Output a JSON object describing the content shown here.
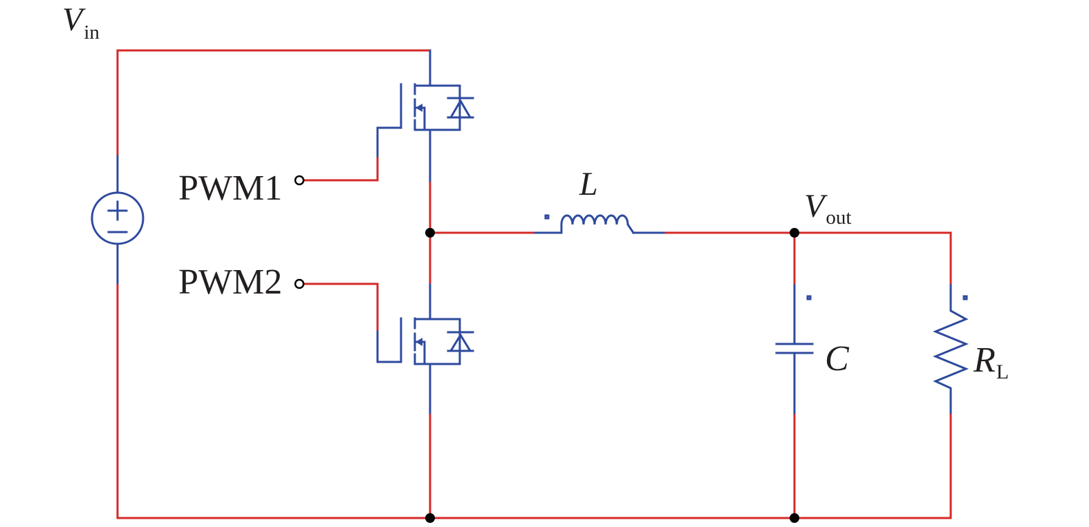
{
  "labels": {
    "vin_main": "V",
    "vin_sub": "in",
    "vout_main": "V",
    "vout_sub": "out",
    "pwm1": "PWM1",
    "pwm2": "PWM2",
    "inductor": "L",
    "capacitor": "C",
    "load_main": "R",
    "load_sub": "L",
    "plus_sign": "+",
    "minus_sign": "−"
  },
  "colors": {
    "wire": "#d62828",
    "component": "#2e4a9e",
    "node": "#000000",
    "text": "#231f20"
  },
  "icons": {
    "source": "dc-voltage-source-icon",
    "switch_high": "mosfet-with-body-diode-icon",
    "switch_low": "mosfet-with-body-diode-icon",
    "inductor": "inductor-coil-icon",
    "capacitor": "capacitor-icon",
    "load": "resistor-zigzag-icon"
  }
}
